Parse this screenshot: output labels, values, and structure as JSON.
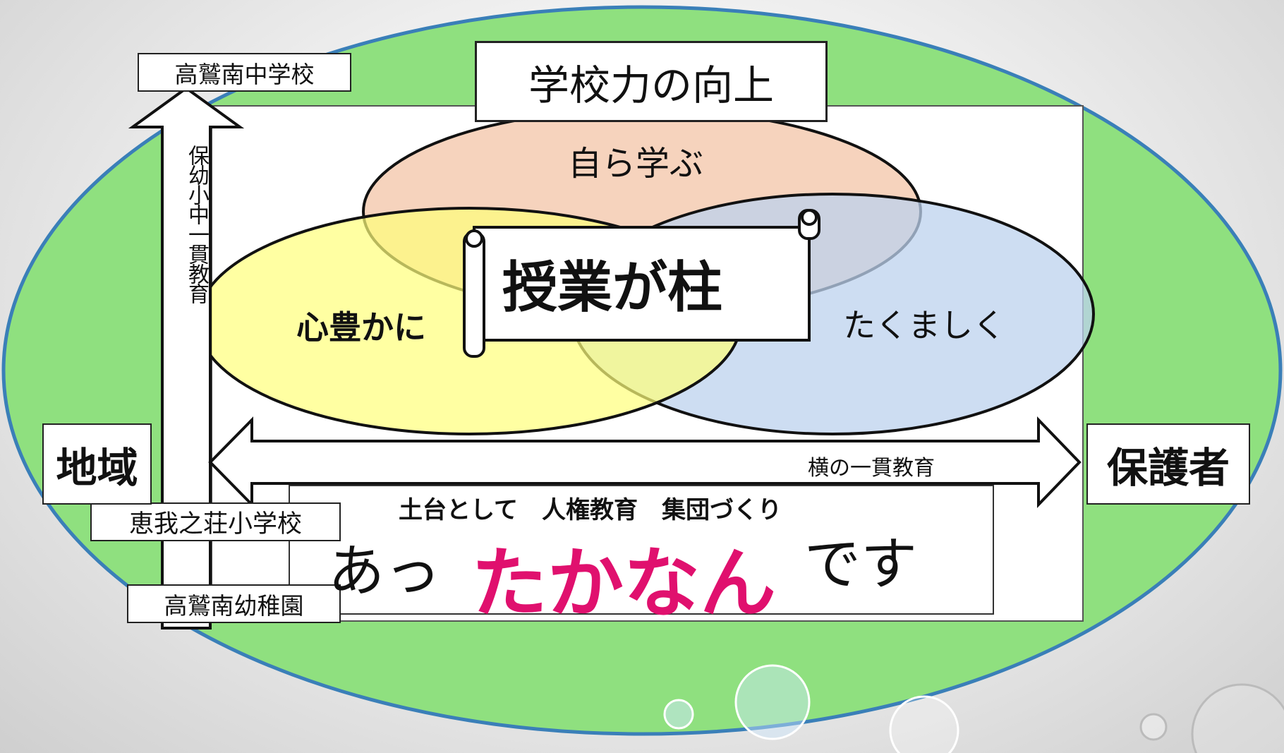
{
  "diagram": {
    "top_label": "学校力の向上",
    "circles": {
      "top": "自ら学ぶ",
      "left": "心豊かに",
      "right": "たくましく"
    },
    "center_banner": "授業が柱",
    "vertical_axis": {
      "top_school": "高鷲南中学校",
      "middle_school": "恵我之荘小学校",
      "bottom_school": "高鷲南幼稚園",
      "arrow_label": "保幼小中一貫教育"
    },
    "horizontal_axis": {
      "left_label": "地域",
      "right_label": "保護者",
      "arrow_label": "横の一貫教育"
    },
    "foundation": {
      "subtitle": "土台として　人権教育　集団づくり",
      "prefix": "あっ",
      "highlight": "たかなん",
      "suffix": "です",
      "highlight_color": "#e0106e"
    },
    "colors": {
      "outer_ellipse": "#8fe07f",
      "circle_top": "#f4cbb1",
      "circle_left": "#ffff7a",
      "circle_right": "#bcd1ee"
    }
  }
}
